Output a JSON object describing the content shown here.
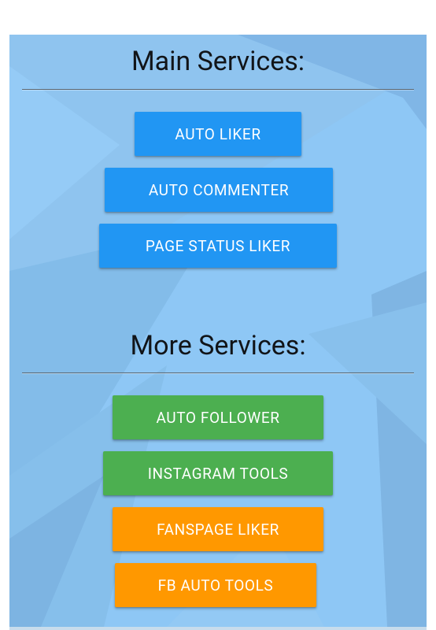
{
  "main_section": {
    "title": "Main Services:",
    "buttons": [
      {
        "label": "AUTO LIKER",
        "color": "#2196f3"
      },
      {
        "label": "AUTO COMMENTER",
        "color": "#2196f3"
      },
      {
        "label": "PAGE STATUS LIKER",
        "color": "#2196f3"
      }
    ]
  },
  "more_section": {
    "title": "More Services:",
    "buttons": [
      {
        "label": "AUTO FOLLOWER",
        "color": "#4caf50"
      },
      {
        "label": "INSTAGRAM TOOLS",
        "color": "#4caf50"
      },
      {
        "label": "FANSPAGE LIKER",
        "color": "#ff9800"
      },
      {
        "label": "FB AUTO TOOLS",
        "color": "#ff9800"
      }
    ]
  },
  "colors": {
    "background": "#8ec7f5",
    "blue": "#2196f3",
    "green": "#4caf50",
    "orange": "#ff9800"
  }
}
